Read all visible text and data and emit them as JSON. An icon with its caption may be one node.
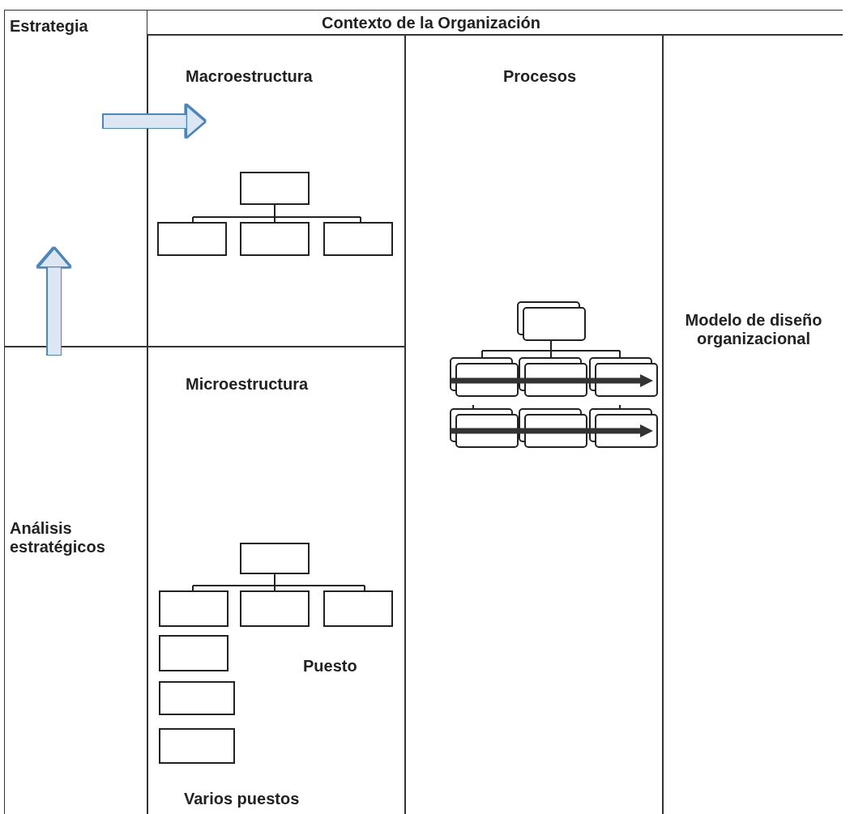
{
  "diagram": {
    "nodes": [
      {
        "text": [
          "Contexto de la Organización"
        ]
      },
      {
        "text": [
          "Estrategia"
        ]
      },
      {
        "text": [
          "Análisis estratégicos"
        ]
      },
      {
        "text": [
          "Macroestructura"
        ]
      },
      {
        "text": [
          "Microestructura",
          "Puesto",
          "Varios puestos"
        ]
      },
      {
        "text": [
          "Procesos"
        ]
      },
      {
        "text": [
          "Modelo de diseño organizacional"
        ]
      }
    ],
    "edges": [
      {
        "from": 1,
        "to": 3,
        "arrow": "to"
      },
      {
        "from": 2,
        "to": 1,
        "arrow": "to"
      }
    ]
  }
}
